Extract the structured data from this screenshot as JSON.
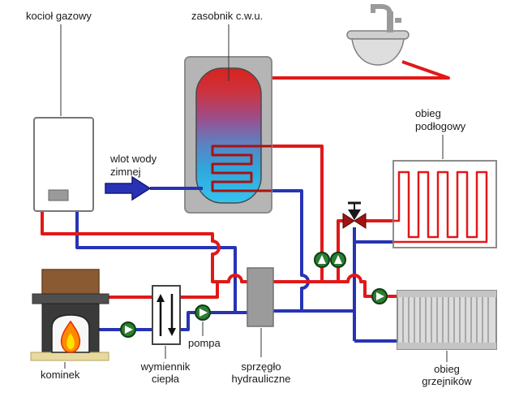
{
  "diagram": {
    "labels": {
      "boiler": "kocioł gazowy",
      "tank": "zasobnik c.w.u.",
      "cold_inlet_1": "wlot wody",
      "cold_inlet_2": "zimnej",
      "floor_1": "obieg",
      "floor_2": "podłogowy",
      "fireplace": "kominek",
      "exchanger_1": "wymiennik",
      "exchanger_2": "ciepła",
      "pump": "pompa",
      "separator_1": "sprzęgło",
      "separator_2": "hydrauliczne",
      "radiators_1": "obieg",
      "radiators_2": "grzejników"
    },
    "colors": {
      "hot_pipe": "#e11818",
      "cold_pipe": "#2733b4",
      "coil": "#a81212",
      "pump_body": "#2e7d32",
      "valve_body": "#a31212",
      "tank_casing": "#b5b5b5"
    }
  }
}
